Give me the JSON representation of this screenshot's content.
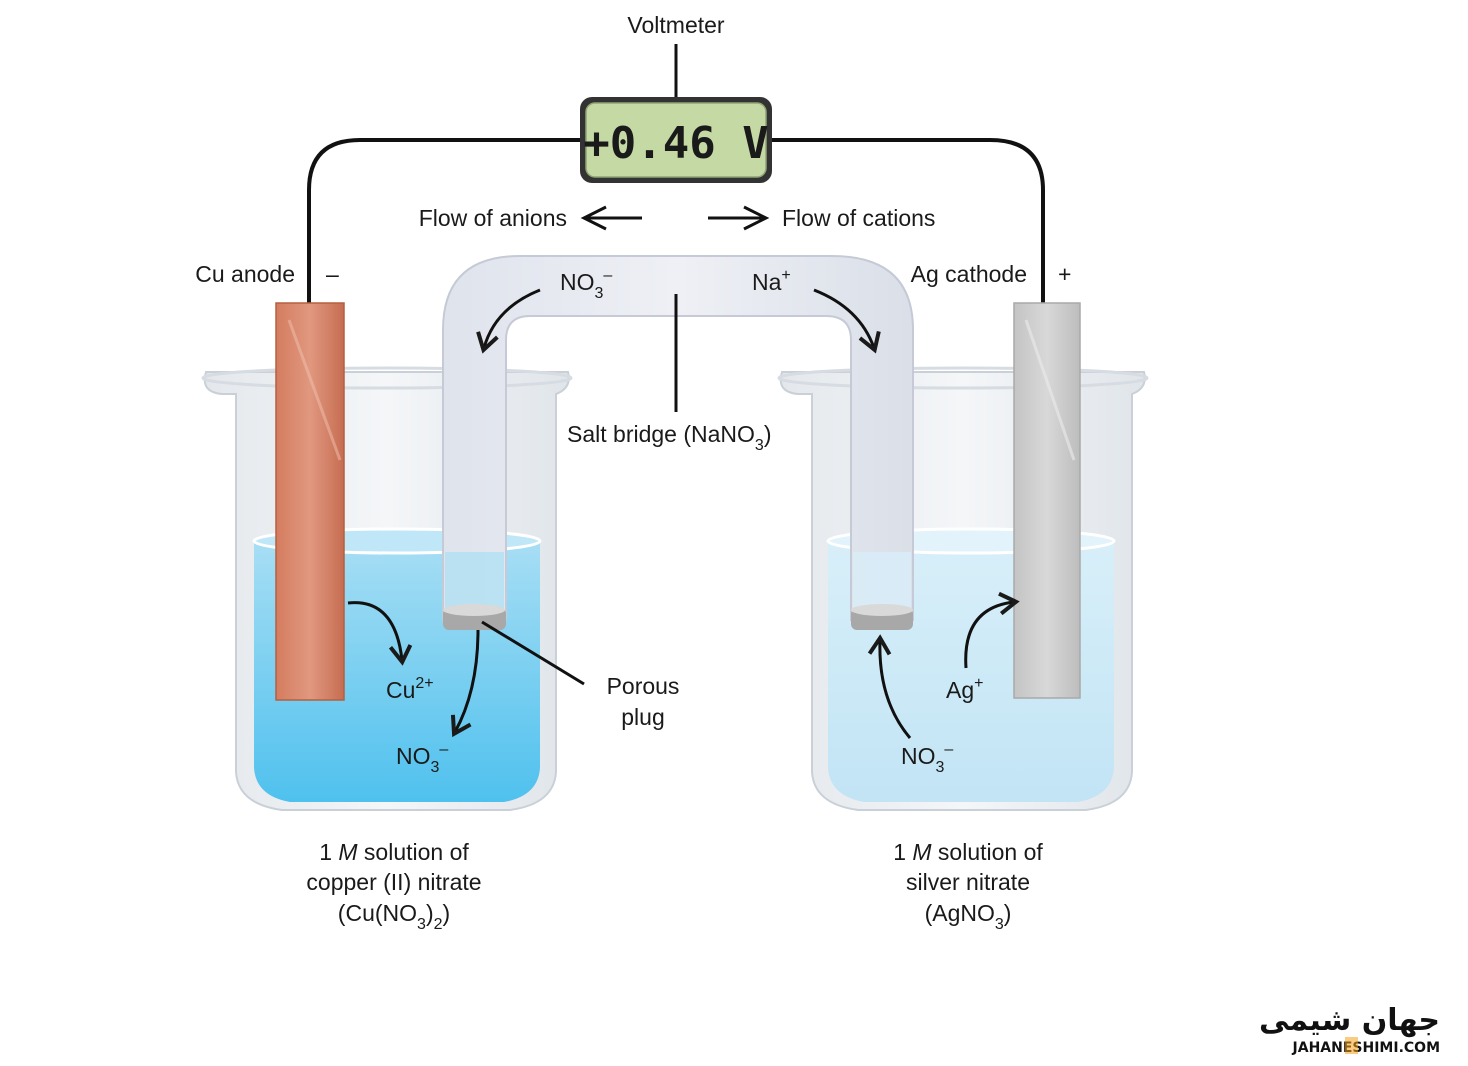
{
  "voltmeter": {
    "label": "Voltmeter",
    "display": "+0.46 V"
  },
  "flow": {
    "anions": "Flow of anions",
    "cations": "Flow of cations"
  },
  "electrodes": {
    "anode_label": "Cu anode",
    "anode_sign": "–",
    "cathode_label": "Ag cathode",
    "cathode_sign": "+"
  },
  "salt_bridge": {
    "anion": {
      "base": "NO",
      "sub": "3",
      "sup": "–"
    },
    "cation": {
      "base": "Na",
      "sup": "+"
    },
    "label": {
      "pre": "Salt bridge (NaNO",
      "sub": "3",
      "post": ")"
    }
  },
  "left_beaker": {
    "cation": {
      "base": "Cu",
      "sup": "2+"
    },
    "anion": {
      "base": "NO",
      "sub": "3",
      "sup": "–"
    },
    "caption_line1": {
      "pre": "1 ",
      "italic": "M",
      "post": " solution of"
    },
    "caption_line2": "copper (II) nitrate",
    "caption_line3": {
      "a": "(Cu(NO",
      "s1": "3",
      "b": ")",
      "s2": "2",
      "c": ")"
    }
  },
  "right_beaker": {
    "cation": {
      "base": "Ag",
      "sup": "+"
    },
    "anion": {
      "base": "NO",
      "sub": "3",
      "sup": "–"
    },
    "caption_line1": {
      "pre": "1 ",
      "italic": "M",
      "post": " solution of"
    },
    "caption_line2": "silver nitrate",
    "caption_line3": {
      "a": "(AgNO",
      "s1": "3",
      "b": ")"
    }
  },
  "porous_plug": {
    "line1": "Porous",
    "line2": "plug"
  },
  "watermark": {
    "persian": "جهان شیمی",
    "latin": "JAHANESHIMI.COM"
  },
  "colors": {
    "copper": "#c9735a",
    "silver": "#c8c8c8",
    "cu_solution": "#5cc4ec",
    "ag_solution": "#c6e6f6",
    "lcd": "#c4d9a3",
    "watermark_accent": "#f4a21b"
  }
}
